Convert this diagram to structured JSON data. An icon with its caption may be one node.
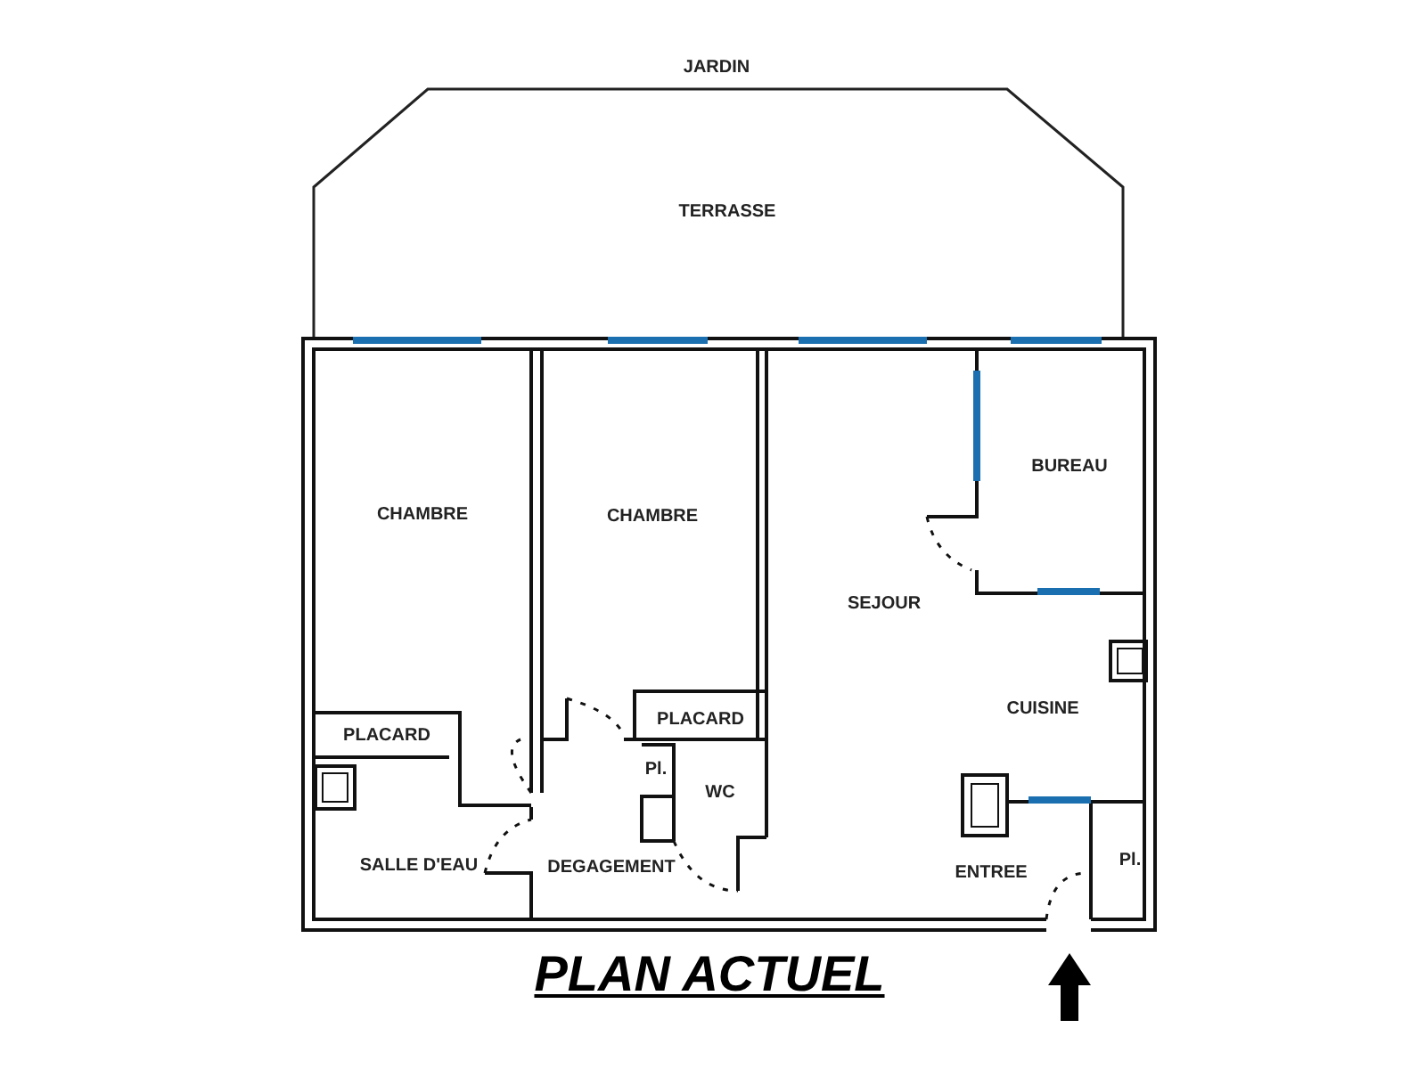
{
  "diagram": {
    "caption": "PLAN ACTUEL",
    "labels": [
      "JARDIN",
      "TERRASSE",
      "BUREAU",
      "CHAMBRE",
      "CHAMBRE",
      "SEJOUR",
      "CUISINE",
      "PLACARD",
      "PLACARD",
      "Pl.",
      "WC",
      "SALLE D'EAU",
      "DEGAGEMENT",
      "ENTREE",
      "Pl."
    ]
  }
}
